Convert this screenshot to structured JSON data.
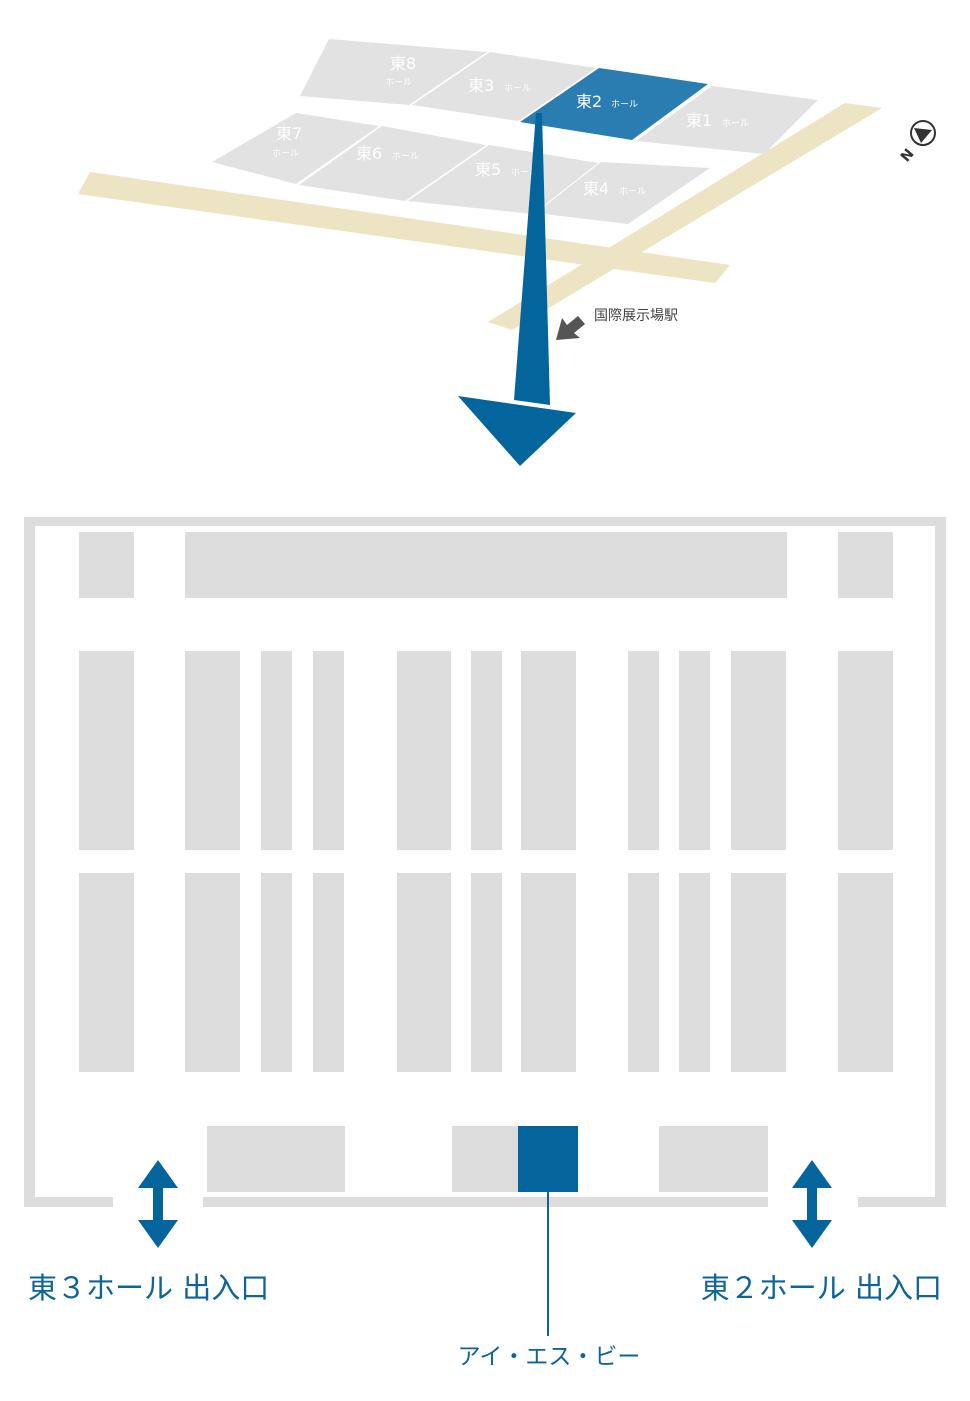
{
  "overview_map": {
    "halls": [
      {
        "name": "東8",
        "suffix": "ホール",
        "highlighted": false
      },
      {
        "name": "東3",
        "suffix": "ホール",
        "highlighted": false
      },
      {
        "name": "東2",
        "suffix": "ホール",
        "highlighted": true
      },
      {
        "name": "東1",
        "suffix": "ホール",
        "highlighted": false
      },
      {
        "name": "東7",
        "suffix": "ホール",
        "highlighted": false
      },
      {
        "name": "東6",
        "suffix": "ホール",
        "highlighted": false
      },
      {
        "name": "東5",
        "suffix": "ホール",
        "highlighted": false
      },
      {
        "name": "東4",
        "suffix": "ホール",
        "highlighted": false
      }
    ],
    "station_label": "国際展示場駅",
    "compass_label": "N"
  },
  "floor_plan": {
    "exit_left_label": "東３ホール 出入口",
    "exit_right_label": "東２ホール 出入口",
    "booth_label": "アイ・エス・ビー"
  },
  "colors": {
    "accent": "#04659c",
    "hall_highlight": "#2a7db0",
    "block": "#dddddd",
    "road": "#ece4c2"
  }
}
